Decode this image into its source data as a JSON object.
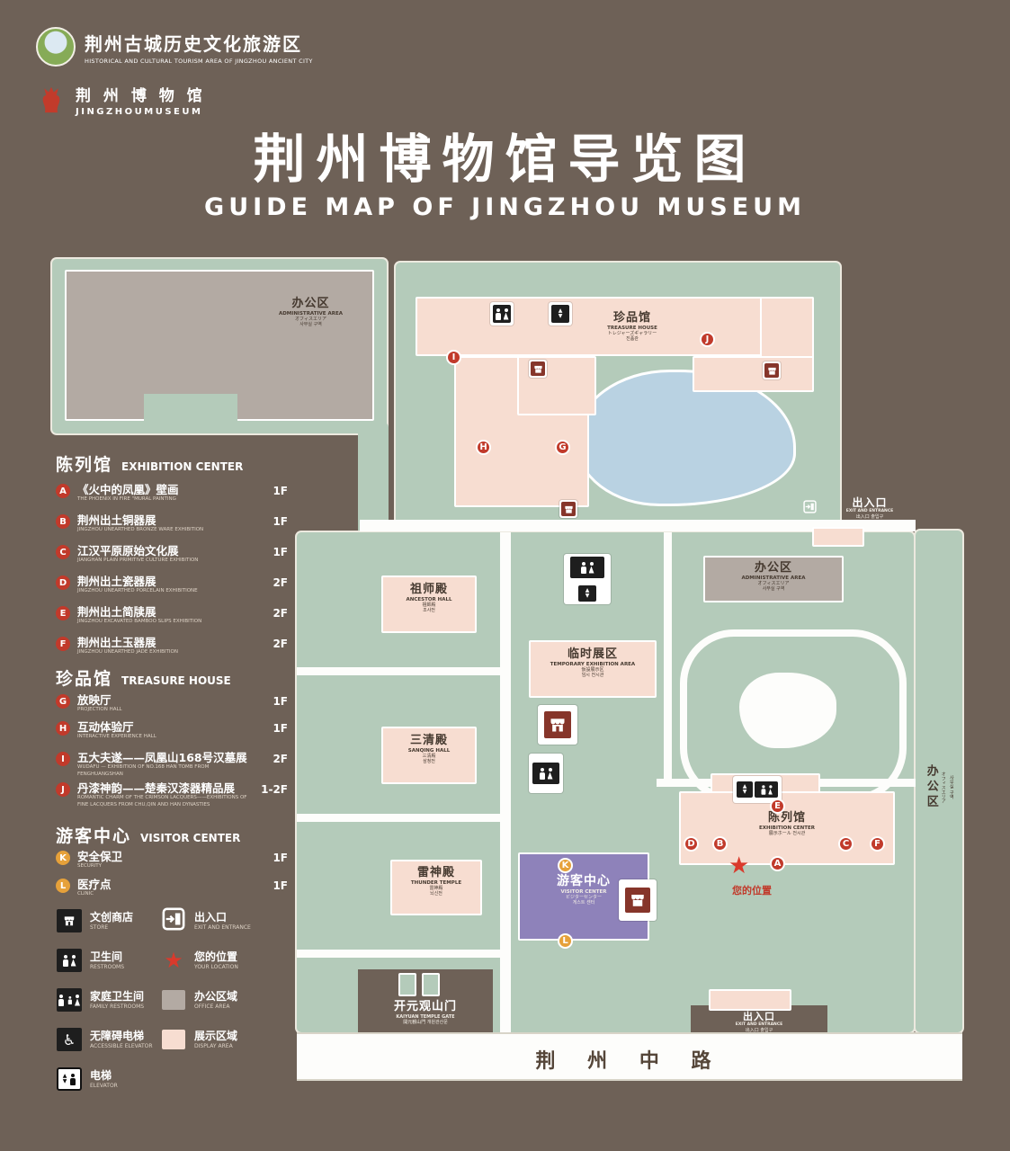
{
  "colors": {
    "background": "#6e6157",
    "path_green": "#b4cbba",
    "display_pink": "#f7ddd1",
    "office_gray": "#b3aaa3",
    "pond_blue": "#b9d2e2",
    "visitor_purple": "#8e82ba",
    "marker_red": "#c13a2b",
    "marker_orange": "#e6a13a",
    "location_red": "#d93a2c"
  },
  "header": {
    "logo_tourism": {
      "cn": "荆州古城历史文化旅游区",
      "en": "HISTORICAL AND CULTURAL TOURISM AREA OF JINGZHOU ANCIENT CITY"
    },
    "logo_museum": {
      "cn": "荆 州 博 物 馆",
      "en": "JINGZHOUMUSEUM"
    },
    "title": "荆州博物馆导览图",
    "subtitle": "GUIDE MAP OF JINGZHOU MUSEUM"
  },
  "legend": {
    "sections": [
      {
        "cn": "陈列馆",
        "en": "EXHIBITION CENTER",
        "items": [
          {
            "letter": "A",
            "cn": "《火中的凤凰》壁画",
            "en": "THE PHOENIX IN FIRE \"MURAL PAINTING",
            "floor": "1F"
          },
          {
            "letter": "B",
            "cn": "荆州出土铜器展",
            "en": "JINGZHOU UNEARTHED BRONZE WARE EXHIBITION",
            "floor": "1F"
          },
          {
            "letter": "C",
            "cn": "江汉平原原始文化展",
            "en": "JIANGHAN PLAIN PRIMITIVE CULTURE EXHIBITION",
            "floor": "1F"
          },
          {
            "letter": "D",
            "cn": "荆州出土瓷器展",
            "en": "JINGZHOU UNEARTHED PORCELAIN EXHIBITIONE",
            "floor": "2F"
          },
          {
            "letter": "E",
            "cn": "荆州出土简牍展",
            "en": "JINGZHOU EXCAVATED BAMBOO SLIPS EXHIBITION",
            "floor": "2F"
          },
          {
            "letter": "F",
            "cn": "荆州出土玉器展",
            "en": "JINGZHOU UNEARTHED JADE EXHIBITION",
            "floor": "2F"
          }
        ]
      },
      {
        "cn": "珍品馆",
        "en": "TREASURE HOUSE",
        "items": [
          {
            "letter": "G",
            "cn": "放映厅",
            "en": "PROJECTION HALL",
            "floor": "1F"
          },
          {
            "letter": "H",
            "cn": "互动体验厅",
            "en": "INTERACTIVE EXPERIENCE HALL",
            "floor": "1F"
          },
          {
            "letter": "I",
            "cn": "五大夫遂——凤凰山168号汉墓展",
            "en": "WUDAFU — EXHIBITION OF NO.168 HAN TOMB FROM FENGHUANGSHAN",
            "floor": "2F"
          },
          {
            "letter": "J",
            "cn": "丹漆神韵——楚秦汉漆器精品展",
            "en": "ROMANTIC CHARM OF THE CRIMSON LACQUERS——EXHIBITIONS OF FINE LACQUERS FROM CHU,QIN AND HAN DYNASTIES",
            "floor": "1-2F"
          }
        ]
      },
      {
        "cn": "游客中心",
        "en": "VISITOR CENTER",
        "items": [
          {
            "letter": "K",
            "cn": "安全保卫",
            "en": "SECURITY",
            "floor": "1F"
          },
          {
            "letter": "L",
            "cn": "医疗点",
            "en": "CLINIC",
            "floor": "1F"
          }
        ]
      }
    ],
    "icons": [
      {
        "cn": "文创商店",
        "en": "STORE"
      },
      {
        "cn": "出入口",
        "en": "EXIT AND ENTRANCE"
      },
      {
        "cn": "卫生间",
        "en": "RESTROOMS"
      },
      {
        "cn": "您的位置",
        "en": "YOUR LOCATION"
      },
      {
        "cn": "家庭卫生间",
        "en": "FAMILY RESTROOMS"
      },
      {
        "cn": "办公区域",
        "en": "OFFICE AREA"
      },
      {
        "cn": "无障碍电梯",
        "en": "ACCESSIBLE ELEVATOR"
      },
      {
        "cn": "展示区域",
        "en": "DISPLAY AREA"
      },
      {
        "cn": "电梯",
        "en": "ELEVATOR"
      }
    ]
  },
  "map": {
    "labels": {
      "admin_nw": {
        "cn": "办公区",
        "en": "ADMINISTRATIVE AREA",
        "jp": "オフィスエリア",
        "kr": "사무실 구역"
      },
      "treasure": {
        "cn": "珍品馆",
        "en": "TREASURE HOUSE",
        "jp": "トレジャーズギャラリー",
        "kr": "진품관"
      },
      "exit_ne": {
        "cn": "出入口",
        "en": "EXIT AND ENTRANCE",
        "jp": "出入口",
        "kr": "출입구"
      },
      "admin_mid": {
        "cn": "办公区",
        "en": "ADMINISTRATIVE AREA",
        "jp": "オフィスエリア",
        "kr": "사무실 구역"
      },
      "admin_east": {
        "cn": "办公区",
        "jp": "オフィスエリア",
        "kr": "사무실 구역"
      },
      "ancestor": {
        "cn": "祖师殿",
        "en": "ANCESTOR HALL",
        "jp": "祖師殿",
        "kr": "조사전"
      },
      "temporary": {
        "cn": "临时展区",
        "en": "TEMPORARY EXHIBITION AREA",
        "jp": "仮設展示区",
        "kr": "임시 전시관"
      },
      "sanqing": {
        "cn": "三清殿",
        "en": "SANQING HALL",
        "jp": "三清殿",
        "kr": "삼청전"
      },
      "thunder": {
        "cn": "雷神殿",
        "en": "THUNDER TEMPLE",
        "jp": "雷神殿",
        "kr": "뇌신전"
      },
      "visitor": {
        "cn": "游客中心",
        "en": "VISITOR CENTER",
        "jp": "ビジターセンター",
        "kr": "게스트 센터"
      },
      "exhibition": {
        "cn": "陈列馆",
        "en": "EXHIBITION CENTER",
        "jp": "展示ホール",
        "kr": "전시관"
      },
      "your_location": {
        "cn": "您的位置"
      },
      "gate": {
        "cn": "开元观山门",
        "en": "KAIYUAN TEMPLE GATE",
        "jp": "開元観山門",
        "kr": "개원관산문"
      },
      "exit_s": {
        "cn": "出入口",
        "en": "EXIT AND ENTRANCE",
        "jp": "出入口",
        "kr": "출입구"
      },
      "road": {
        "cn": "荆 州 中 路"
      }
    },
    "markers": {
      "a": "A",
      "b": "B",
      "c": "C",
      "d": "D",
      "e": "E",
      "f": "F",
      "g": "G",
      "h": "H",
      "i": "I",
      "j": "J",
      "k": "K",
      "l": "L"
    }
  }
}
